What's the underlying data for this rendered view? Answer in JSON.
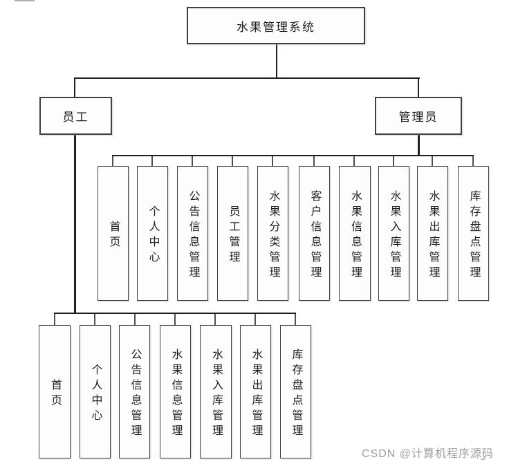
{
  "diagram": {
    "title": "水果管理系统",
    "branches": [
      {
        "label": "员工",
        "children": [
          "首页",
          "个人中心",
          "公告信息管理",
          "水果信息管理",
          "水果入库管理",
          "水果出库管理",
          "库存盘点管理"
        ]
      },
      {
        "label": "管理员",
        "children": [
          "首页",
          "个人中心",
          "公告信息管理",
          "员工管理",
          "水果分类管理",
          "客户信息管理",
          "水果信息管理",
          "水果入库管理",
          "水果出库管理",
          "库存盘点管理"
        ]
      }
    ]
  },
  "watermark": {
    "text": "CSDN @计算机程序源码",
    "return_mark": "↵"
  },
  "colors": {
    "line": "#1f1f1f",
    "box_border": "#3f3f3f",
    "watermark_text": "#9e9e9e",
    "background": "#ffffff"
  }
}
